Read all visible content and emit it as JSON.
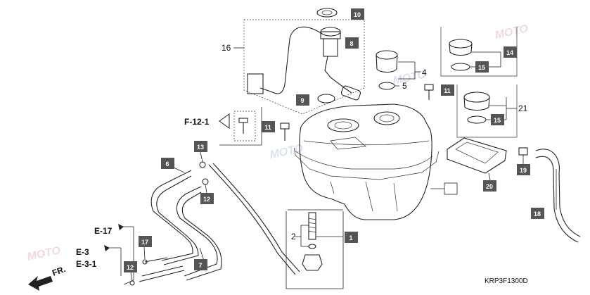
{
  "diagram": {
    "code": "KRP3F1300D",
    "watermark": "MOTO",
    "direction_label": "FR.",
    "refs": {
      "f12": "F-12-1",
      "e17": "E-17",
      "e3": "E-3",
      "e31": "E-3-1"
    },
    "callouts": [
      {
        "id": "1",
        "label": "1"
      },
      {
        "id": "2",
        "label": "2"
      },
      {
        "id": "4",
        "label": "4"
      },
      {
        "id": "5",
        "label": "5"
      },
      {
        "id": "6",
        "label": "6"
      },
      {
        "id": "7",
        "label": "7"
      },
      {
        "id": "8",
        "label": "8"
      },
      {
        "id": "9",
        "label": "9"
      },
      {
        "id": "10",
        "label": "10"
      },
      {
        "id": "11a",
        "label": "11"
      },
      {
        "id": "11b",
        "label": "11"
      },
      {
        "id": "12a",
        "label": "12"
      },
      {
        "id": "12b",
        "label": "12"
      },
      {
        "id": "13",
        "label": "13"
      },
      {
        "id": "14",
        "label": "14"
      },
      {
        "id": "15a",
        "label": "15"
      },
      {
        "id": "15b",
        "label": "15"
      },
      {
        "id": "16",
        "label": "16"
      },
      {
        "id": "17",
        "label": "17"
      },
      {
        "id": "18",
        "label": "18"
      },
      {
        "id": "19",
        "label": "19"
      },
      {
        "id": "20",
        "label": "20"
      },
      {
        "id": "21",
        "label": "21"
      }
    ]
  }
}
